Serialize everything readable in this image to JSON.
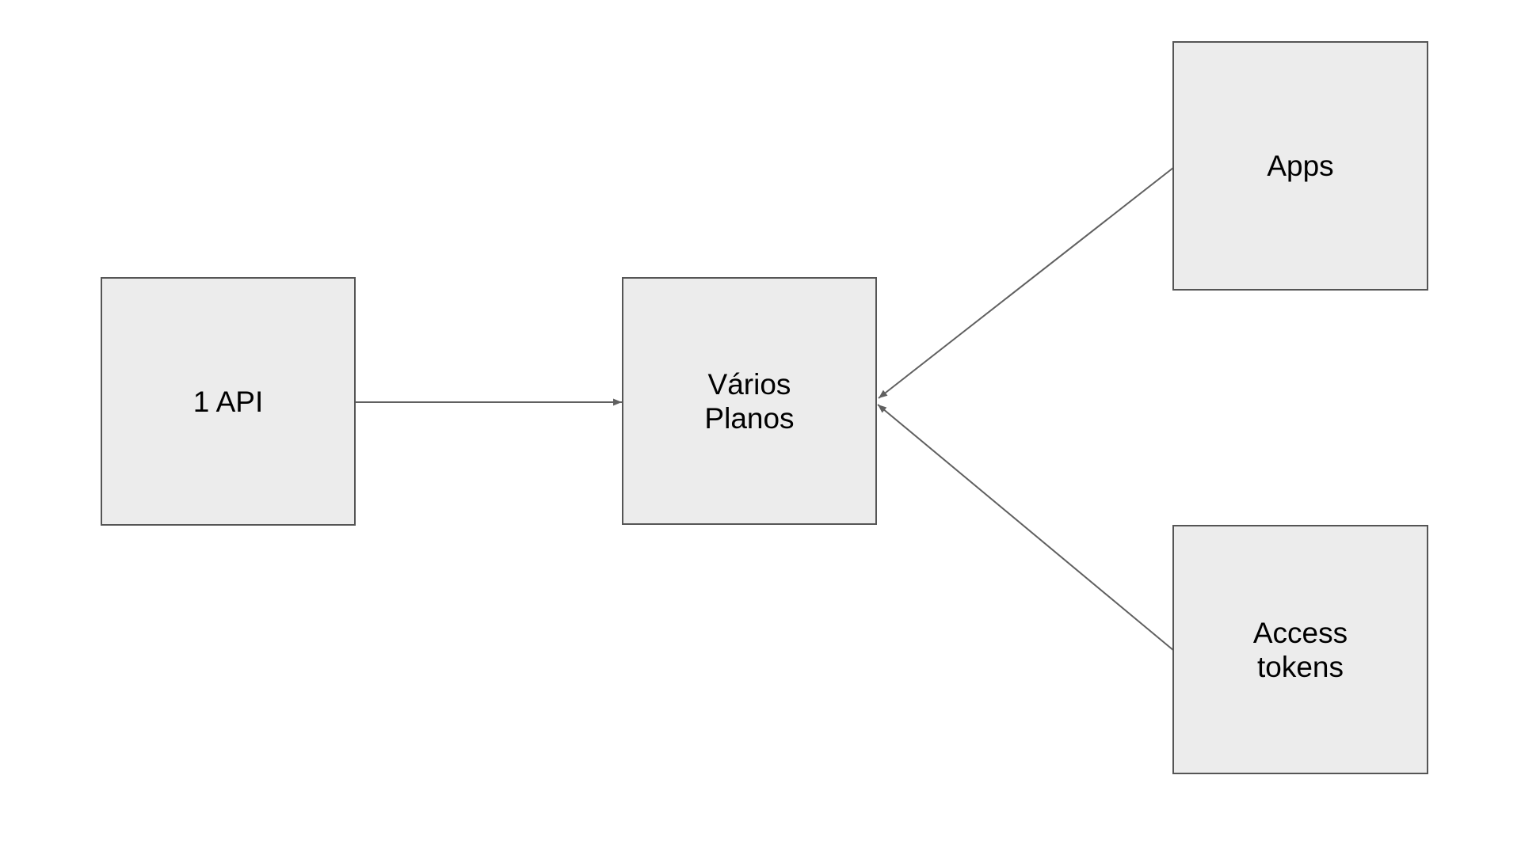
{
  "canvas": {
    "background": "#ffffff"
  },
  "style": {
    "node_fill": "#ececec",
    "node_border": "#555555",
    "connector_color": "#606060",
    "text_color": "#000000"
  },
  "nodes": {
    "api": {
      "label": "1 API"
    },
    "planos": {
      "label": "Vários\nPlanos"
    },
    "apps": {
      "label": "Apps"
    },
    "tokens": {
      "label": "Access\ntokens"
    }
  },
  "edges": [
    {
      "from": "api",
      "to": "planos",
      "direction": "right"
    },
    {
      "from": "apps",
      "to": "planos",
      "direction": "down-left"
    },
    {
      "from": "tokens",
      "to": "planos",
      "direction": "up-left"
    }
  ]
}
